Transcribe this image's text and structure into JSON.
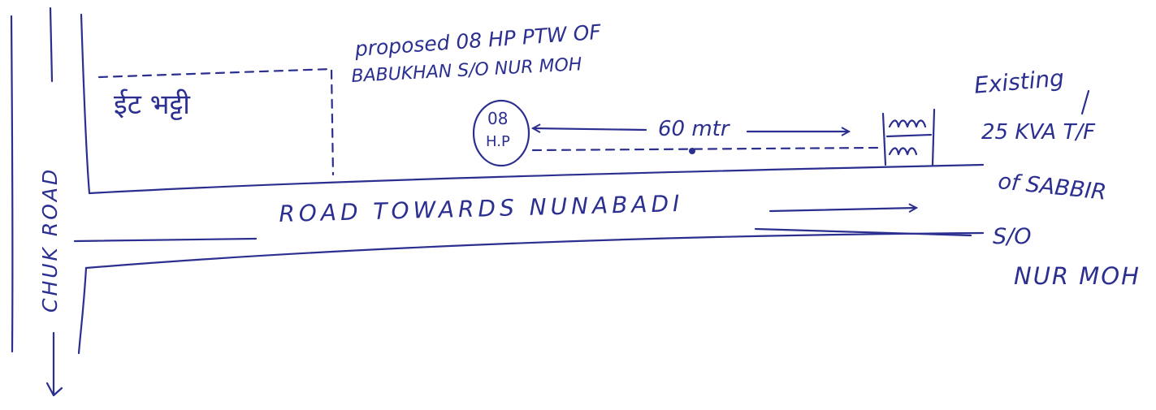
{
  "labels": {
    "proposed_line1": "proposed 08 HP PTW OF",
    "proposed_line2": "BABUKHAN S/O NUR MOH",
    "hindi_label": "ईट भट्टी",
    "pump_top": "08",
    "pump_bottom": "H.P",
    "distance": "60 mtr",
    "road_label": "ROAD TOWARDS NUNABADI",
    "chuk_road": "CHUK ROAD",
    "existing": "Existing",
    "kva": "25 KVA T/F",
    "of_sabbir": "of SABBIR",
    "so": "S/O",
    "nur_moh": "NUR MOH"
  },
  "colors": {
    "ink": "#2b2f8f",
    "paper": "#ffffff"
  }
}
